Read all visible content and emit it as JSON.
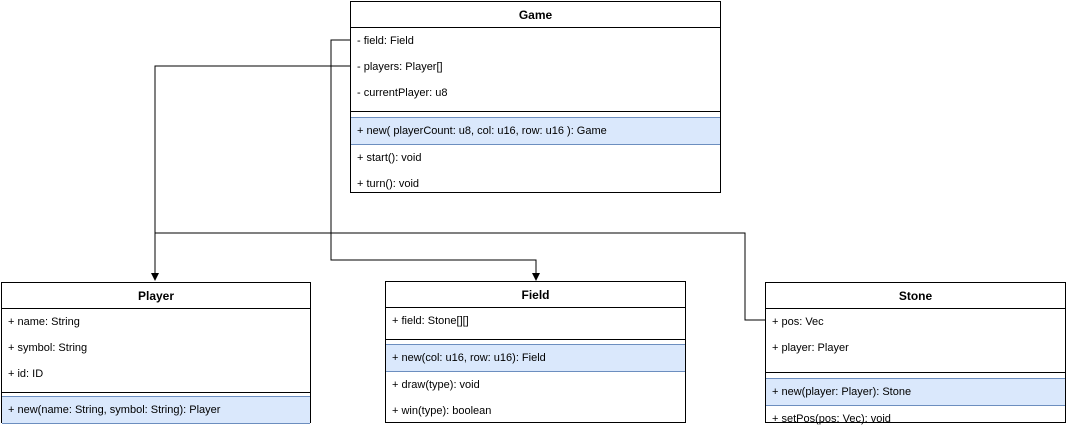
{
  "classes": {
    "game": {
      "name": "Game",
      "fields": [
        "- field: Field",
        "- players: Player[]",
        "- currentPlayer: u8"
      ],
      "methods": [
        "+ new( playerCount: u8, col: u16, row: u16 ): Game",
        "+ start(): void",
        "+ turn(): void"
      ]
    },
    "player": {
      "name": "Player",
      "fields": [
        "+ name: String",
        "+ symbol: String",
        "+ id: ID"
      ],
      "methods": [
        "+ new(name: String, symbol: String): Player"
      ]
    },
    "field": {
      "name": "Field",
      "fields": [
        "+ field: Stone[][]"
      ],
      "methods": [
        "+ new(col: u16, row: u16): Field",
        "+ draw(type): void",
        "+ win(type): boolean"
      ]
    },
    "stone": {
      "name": "Stone",
      "fields": [
        "+ pos: Vec",
        "+ player: Player"
      ],
      "methods": [
        "+ new(player: Player): Stone",
        "+ setPos(pos: Vec): void"
      ]
    }
  },
  "colors": {
    "highlight": "#dae8fc",
    "highlight_border": "#6c8ebf",
    "line": "#000000"
  }
}
